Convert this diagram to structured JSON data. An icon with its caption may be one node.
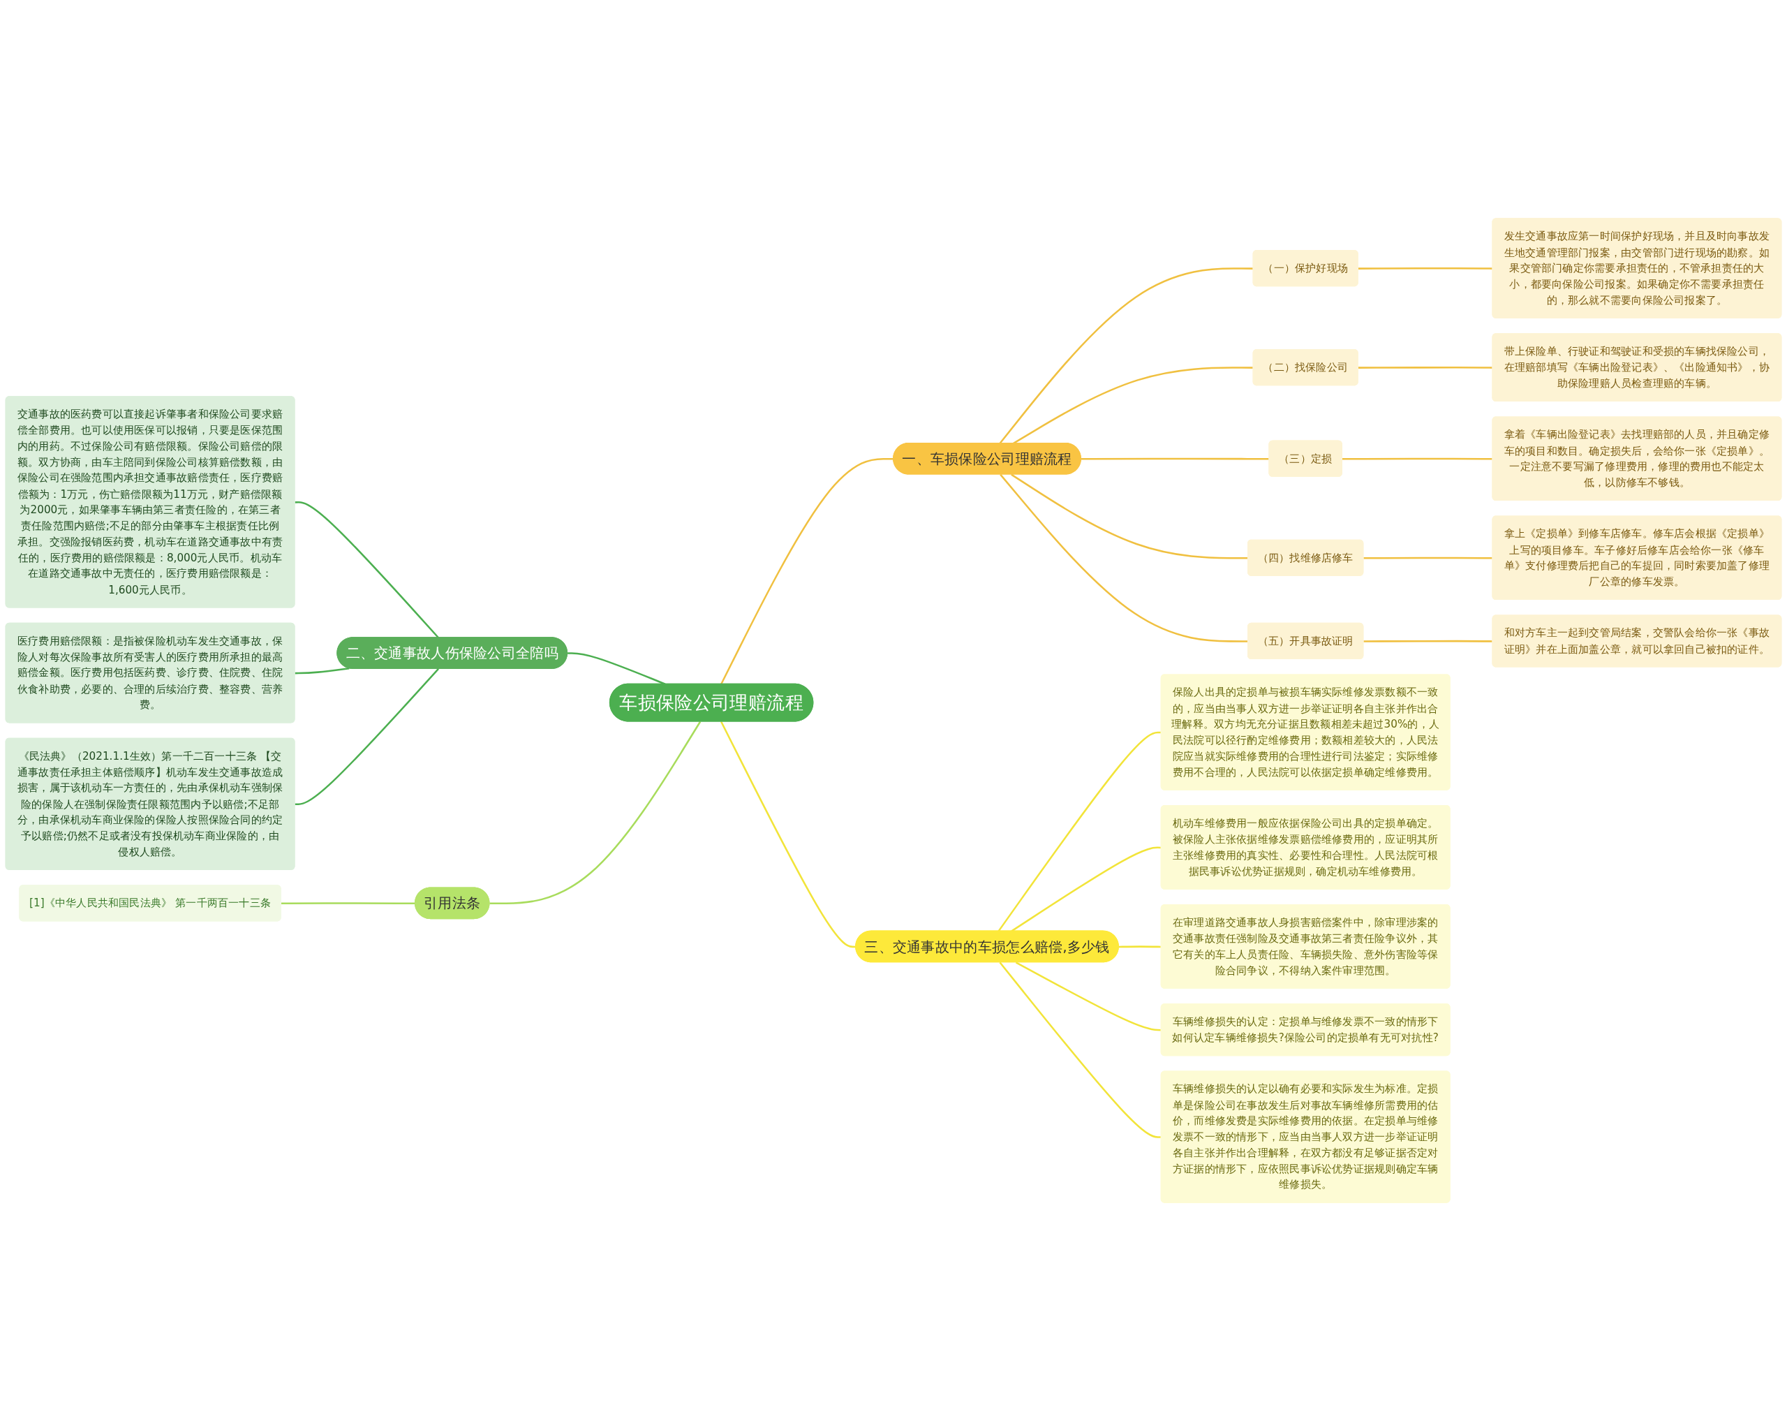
{
  "diagram": {
    "nodes": [
      {
        "text": [
          "车损保险公司理赔流程"
        ]
      },
      {
        "text": [
          "一、车损保险公司理赔流程"
        ]
      },
      {
        "text": [
          "（一）保护好现场"
        ]
      },
      {
        "text": [
          "发生交通事故应第一时间保护好现场，并且及时向事故发生地交通管理部门报案，由交管部门进行现场的勘察。如果交管部门确定你需要承担责任的，不管承担责任的大小，都要向保险公司报案。如果确定你不需要承担责任的，那么就不需要向保险公司报案了。"
        ]
      },
      {
        "text": [
          "（二）找保险公司"
        ]
      },
      {
        "text": [
          "带上保险单、行驶证和驾驶证和受损的车辆找保险公司，在理赔部填写《车辆出险登记表》、《出险通知书》，协助保险理赔人员检查理赔的车辆。"
        ]
      },
      {
        "text": [
          "（三）定损"
        ]
      },
      {
        "text": [
          "拿着《车辆出险登记表》去找理赔部的人员，并且确定修车的项目和数目。确定损失后，会给你一张《定损单》。一定注意不要写漏了修理费用，修理的费用也不能定太低，以防修车不够钱。"
        ]
      },
      {
        "text": [
          "（四）找维修店修车"
        ]
      },
      {
        "text": [
          "拿上《定损单》到修车店修车。修车店会根据《定损单》上写的项目修车。车子修好后修车店会给你一张《修车单》支付修理费后把自己的车提回，同时索要加盖了修理厂公章的修车发票。"
        ]
      },
      {
        "text": [
          "（五）开具事故证明"
        ]
      },
      {
        "text": [
          "和对方车主一起到交管局结案，交警队会给你一张《事故证明》并在上面加盖公章，就可以拿回自己被扣的证件。"
        ]
      },
      {
        "text": [
          "二、交通事故人伤保险公司全陪吗"
        ]
      },
      {
        "text": [
          "交通事故的医药费可以直接起诉肇事者和保险公司要求赔偿全部费用。也可以使用医保可以报销，只要是医保范围内的用药。不过保险公司有赔偿限额。保险公司赔偿的限额。双方协商，由车主陪同到保险公司核算赔偿数额，由保险公司在强险范围内承担交通事故赔偿责任，医疗费赔偿额为：1万元，伤亡赔偿限额为11万元，财产赔偿限额为2000元，如果肇事车辆由第三者责任险的，在第三者责任险范围内赔偿;不足的部分由肇事车主根据责任比例承担。交强险报销医药费，机动车在道路交通事故中有责任的，医疗费用的赔偿限额是：8,000元人民币。机动车在道路交通事故中无责任的，医疗费用赔偿限额是：1,600元人民币。"
        ]
      },
      {
        "text": [
          "医疗费用赔偿限额：是指被保险机动车发生交通事故，保险人对每次保险事故所有受害人的医疗费用所承担的最高赔偿金额。医疗费用包括医药费、诊疗费、住院费、住院伙食补助费，必要的、合理的后续治疗费、整容费、营养费。"
        ]
      },
      {
        "text": [
          "《民法典》（2021.1.1生效）第一千二百一十三条 【交通事故责任承担主体赔偿顺序】机动车发生交通事故造成损害，属于该机动车一方责任的，先由承保机动车强制保险的保险人在强制保险责任限额范围内予以赔偿;不足部分，由承保机动车商业保险的保险人按照保险合同的约定予以赔偿;仍然不足或者没有投保机动车商业保险的，由侵权人赔偿。"
        ]
      },
      {
        "text": [
          "三、交通事故中的车损怎么赔偿,多少钱"
        ]
      },
      {
        "text": [
          "保险人出具的定损单与被损车辆实际维修发票数额不一致的，应当由当事人双方进一步举证证明各自主张并作出合理解释。双方均无充分证据且数额相差未超过30%的，人民法院可以径行酌定维修费用；数额相差较大的，人民法院应当就实际维修费用的合理性进行司法鉴定；实际维修费用不合理的，人民法院可以依据定损单确定维修费用。"
        ]
      },
      {
        "text": [
          "机动车维修费用一般应依据保险公司出具的定损单确定。被保险人主张依据维修发票赔偿维修费用的，应证明其所主张维修费用的真实性、必要性和合理性。人民法院可根据民事诉讼优势证据规则，确定机动车维修费用。"
        ]
      },
      {
        "text": [
          "在审理道路交通事故人身损害赔偿案件中，除审理涉案的交通事故责任强制险及交通事故第三者责任险争议外，其它有关的车上人员责任险、车辆损失险、意外伤害险等保险合同争议，不得纳入案件审理范围。"
        ]
      },
      {
        "text": [
          "车辆维修损失的认定：定损单与维修发票不一致的情形下如何认定车辆维修损失?保险公司的定损单有无可对抗性?"
        ]
      },
      {
        "text": [
          "车辆维修损失的认定以确有必要和实际发生为标准。定损单是保险公司在事故发生后对事故车辆维修所需费用的估价，而维修发费是实际维修费用的依据。在定损单与维修发票不一致的情形下，应当由当事人双方进一步举证证明各自主张并作出合理解释，在双方都没有足够证据否定对方证据的情形下，应依照民事诉讼优势证据规则确定车辆维修损失。"
        ]
      },
      {
        "text": [
          "引用法条"
        ]
      },
      {
        "text": [
          "[1]《中华人民共和国民法典》 第一千两百一十三条"
        ]
      }
    ],
    "edges": [
      {
        "from": 0,
        "to": 1,
        "arrow": "none"
      },
      {
        "from": 1,
        "to": 2,
        "arrow": "none"
      },
      {
        "from": 2,
        "to": 3,
        "arrow": "none"
      },
      {
        "from": 1,
        "to": 4,
        "arrow": "none"
      },
      {
        "from": 4,
        "to": 5,
        "arrow": "none"
      },
      {
        "from": 1,
        "to": 6,
        "arrow": "none"
      },
      {
        "from": 6,
        "to": 7,
        "arrow": "none"
      },
      {
        "from": 1,
        "to": 8,
        "arrow": "none"
      },
      {
        "from": 8,
        "to": 9,
        "arrow": "none"
      },
      {
        "from": 1,
        "to": 10,
        "arrow": "none"
      },
      {
        "from": 10,
        "to": 11,
        "arrow": "none"
      },
      {
        "from": 0,
        "to": 12,
        "arrow": "none",
        "color": "#4caf50"
      },
      {
        "from": 12,
        "to": 13,
        "arrow": "none",
        "color": "#4caf50"
      },
      {
        "from": 12,
        "to": 14,
        "arrow": "none",
        "color": "#4caf50"
      },
      {
        "from": 12,
        "to": 15,
        "arrow": "none",
        "color": "#4caf50"
      },
      {
        "from": 0,
        "to": 16,
        "arrow": "none",
        "color": "#f2e43a"
      },
      {
        "from": 16,
        "to": 17,
        "arrow": "none",
        "color": "#f2e43a"
      },
      {
        "from": 16,
        "to": 18,
        "arrow": "none",
        "color": "#f2e43a"
      },
      {
        "from": 16,
        "to": 19,
        "arrow": "none",
        "color": "#f2e43a"
      },
      {
        "from": 16,
        "to": 20,
        "arrow": "none",
        "color": "#f2e43a"
      },
      {
        "from": 16,
        "to": 21,
        "arrow": "none",
        "color": "#f2e43a"
      },
      {
        "from": 0,
        "to": 22,
        "arrow": "none",
        "color": "#a8dc5c"
      },
      {
        "from": 22,
        "to": 23,
        "arrow": "none",
        "color": "#a8dc5c"
      }
    ]
  }
}
